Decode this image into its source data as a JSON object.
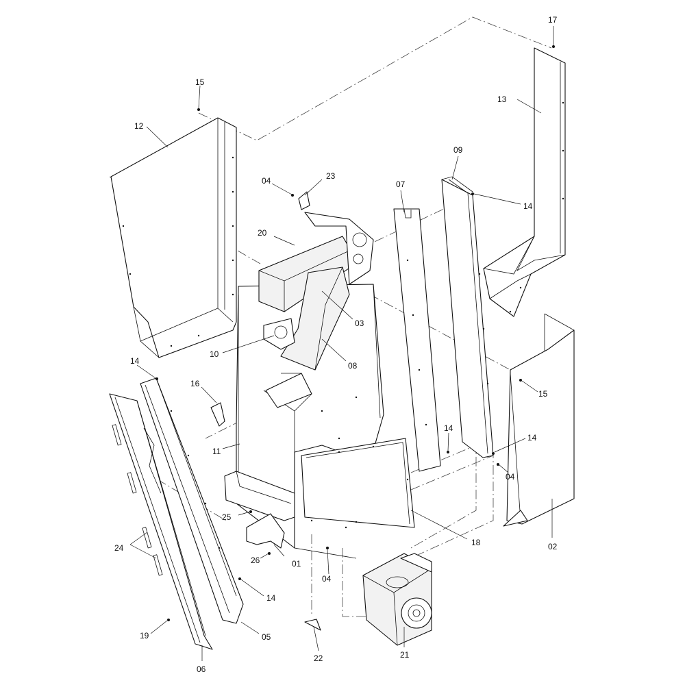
{
  "callouts": [
    {
      "id": "c01",
      "text": "01"
    },
    {
      "id": "c02",
      "text": "02"
    },
    {
      "id": "c03",
      "text": "03"
    },
    {
      "id": "c04a",
      "text": "04"
    },
    {
      "id": "c04b",
      "text": "04"
    },
    {
      "id": "c04c",
      "text": "04"
    },
    {
      "id": "c05",
      "text": "05"
    },
    {
      "id": "c06",
      "text": "06"
    },
    {
      "id": "c07",
      "text": "07"
    },
    {
      "id": "c08",
      "text": "08"
    },
    {
      "id": "c09",
      "text": "09"
    },
    {
      "id": "c10",
      "text": "10"
    },
    {
      "id": "c11",
      "text": "11"
    },
    {
      "id": "c12",
      "text": "12"
    },
    {
      "id": "c13",
      "text": "13"
    },
    {
      "id": "c14a",
      "text": "14"
    },
    {
      "id": "c14b",
      "text": "14"
    },
    {
      "id": "c14c",
      "text": "14"
    },
    {
      "id": "c14d",
      "text": "14"
    },
    {
      "id": "c14e",
      "text": "14"
    },
    {
      "id": "c15a",
      "text": "15"
    },
    {
      "id": "c15b",
      "text": "15"
    },
    {
      "id": "c16",
      "text": "16"
    },
    {
      "id": "c17",
      "text": "17"
    },
    {
      "id": "c18",
      "text": "18"
    },
    {
      "id": "c19",
      "text": "19"
    },
    {
      "id": "c20",
      "text": "20"
    },
    {
      "id": "c21",
      "text": "21"
    },
    {
      "id": "c22",
      "text": "22"
    },
    {
      "id": "c23",
      "text": "23"
    },
    {
      "id": "c24",
      "text": "24"
    },
    {
      "id": "c25",
      "text": "25"
    },
    {
      "id": "c26",
      "text": "26"
    }
  ]
}
